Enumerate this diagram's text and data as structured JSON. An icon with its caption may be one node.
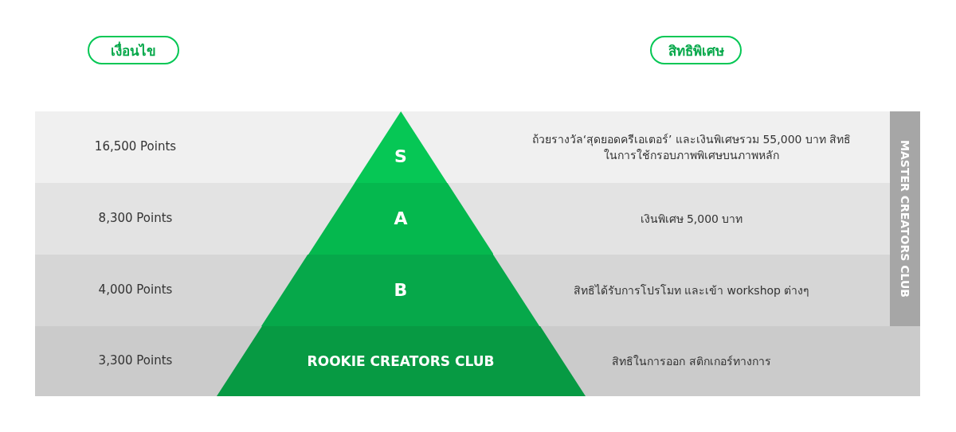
{
  "diagram": {
    "nodes": [
      {
        "text": [
          "เงื่อนไข"
        ]
      },
      {
        "text": [
          "สิทธิพิเศษ"
        ]
      },
      {
        "text": [
          "16,500 Points",
          "ถ้วยรางวัล‘สุดยอดครีเอเตอร์’ และเงินพิเศษรวม 55,000 บาท สิทธิในการใช้กรอบภาพพิเศษบนภาพหลัก"
        ]
      },
      {
        "text": [
          "8,300 Points",
          "เงินพิเศษ 5,000 บาท"
        ]
      },
      {
        "text": [
          "4,000 Points",
          "สิทธิได้รับการโปรโมท และเข้า workshop ต่างๆ"
        ]
      },
      {
        "text": [
          "3,300 Points",
          "สิทธิในการออก สติกเกอร์ทางการ"
        ]
      },
      {
        "text": [
          "S"
        ],
        "in": 2
      },
      {
        "text": [
          "A"
        ],
        "in": 3
      },
      {
        "text": [
          "B"
        ],
        "in": 4
      },
      {
        "text": [
          "ROOKIE CREATORS CLUB"
        ],
        "in": 5
      },
      {
        "text": [
          "MASTER CREATORS CLUB"
        ]
      }
    ],
    "edges": []
  }
}
